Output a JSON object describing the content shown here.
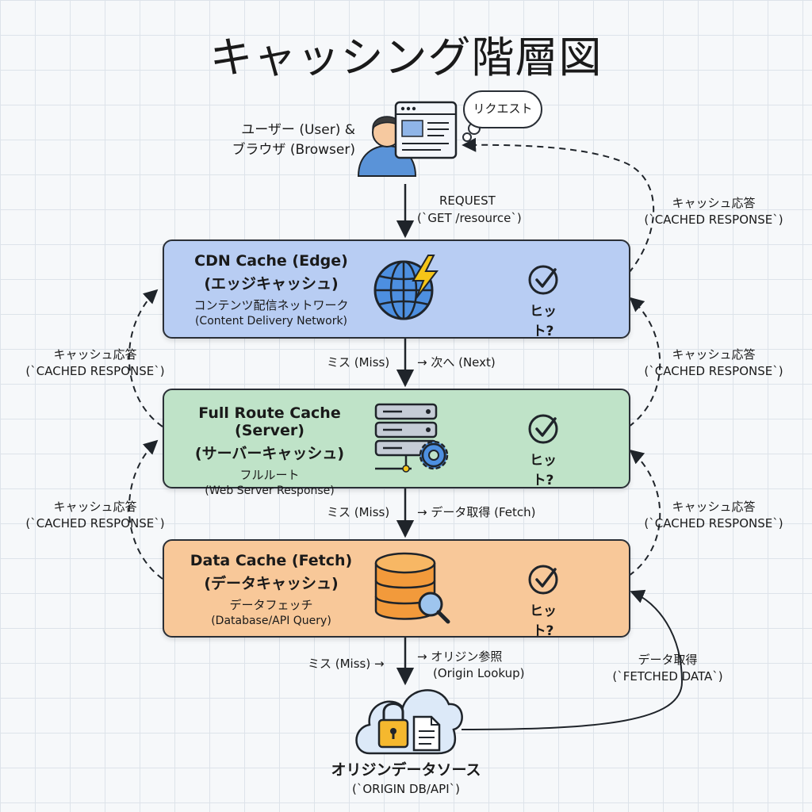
{
  "title": "キャッシング階層図",
  "user": {
    "label_line1": "ユーザー (User) &",
    "label_line2": "ブラウザ (Browser)",
    "bubble": "リクエスト"
  },
  "request": {
    "line1": "REQUEST",
    "line2": "(`GET /resource`)"
  },
  "cdn": {
    "title": "CDN Cache (Edge)",
    "subtitle": "(エッジキャッシュ)",
    "desc_jp": "コンテンツ配信ネットワーク",
    "desc_en": "(Content Delivery Network)",
    "hit": "ヒット?"
  },
  "route": {
    "title": "Full Route Cache (Server)",
    "subtitle": "(サーバーキャッシュ)",
    "desc_jp": "フルルート",
    "desc_en": "(Web Server Response)",
    "hit": "ヒット?"
  },
  "datacache": {
    "title": "Data Cache (Fetch)",
    "subtitle": "(データキャッシュ)",
    "desc_jp": "データフェッチ",
    "desc_en": "(Database/API Query)",
    "hit": "ヒット?"
  },
  "miss1": {
    "left": "ミス (Miss)",
    "right": "→ 次へ (Next)"
  },
  "miss2": {
    "left": "ミス (Miss)",
    "right": "→ データ取得 (Fetch)"
  },
  "miss3": {
    "left": "ミス (Miss) →",
    "right1": "→ オリジン参照",
    "right2": "(Origin Lookup)"
  },
  "cached_response": {
    "jp": "キャッシュ応答",
    "en": "(`CACHED RESPONSE`)"
  },
  "fetched": {
    "jp": "データ取得",
    "en": "(`FETCHED DATA`)"
  },
  "origin": {
    "line1": "オリジンデータソース",
    "line2": "(`ORIGIN DB/API`)"
  },
  "colors": {
    "cdn_fill": "#b8cdf3",
    "route_fill": "#bfe3c8",
    "data_fill": "#f8c899",
    "stroke": "#2a2f36"
  },
  "icons": [
    "user-avatar-icon",
    "browser-window-icon",
    "globe-lightning-icon",
    "server-gear-icon",
    "database-search-icon",
    "cloud-lock-document-icon",
    "check-circle-icon"
  ]
}
